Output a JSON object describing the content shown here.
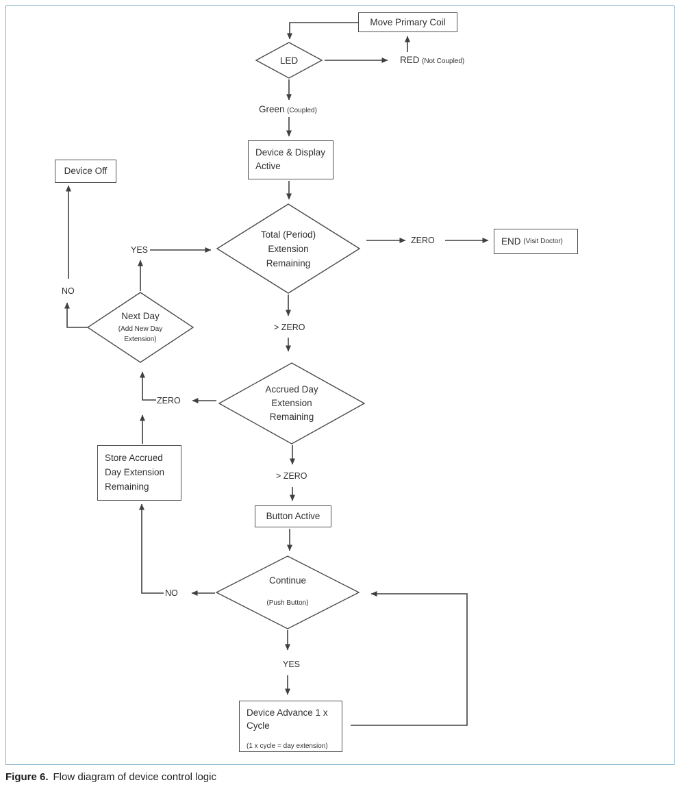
{
  "caption": {
    "prefix": "Figure 6.",
    "text": "Flow diagram of device control logic"
  },
  "nodes": {
    "move_primary_coil": "Move Primary Coil",
    "led": "LED",
    "device_active_line1": "Device & Display",
    "device_active_line2": "Active",
    "total_line1": "Total (Period)",
    "total_line2": "Extension",
    "total_line3": "Remaining",
    "end_main": "END",
    "end_sub": "(Visit Doctor)",
    "accrued_line1": "Accrued Day",
    "accrued_line2": "Extension",
    "accrued_line3": "Remaining",
    "next_day_main": "Next Day",
    "next_day_sub1": "(Add New Day",
    "next_day_sub2": "Extension)",
    "device_off": "Device Off",
    "store_line1": "Store Accrued",
    "store_line2": "Day Extension",
    "store_line3": "Remaining",
    "button_active": "Button Active",
    "continue_main": "Continue",
    "continue_sub": "(Push Button)",
    "advance_line1": "Device Advance 1 x",
    "advance_line2": "Cycle",
    "advance_sub": "(1 x cycle = day extension)"
  },
  "labels": {
    "red_main": "RED",
    "red_sub": "(Not Coupled)",
    "green_main": "Green",
    "green_sub": "(Coupled)",
    "zero_right": "ZERO",
    "zero_left": "ZERO",
    "gt_zero_top": "> ZERO",
    "gt_zero_mid": "> ZERO",
    "yes_upper": "YES",
    "no_upper": "NO",
    "yes_lower": "YES",
    "no_lower": "NO"
  }
}
